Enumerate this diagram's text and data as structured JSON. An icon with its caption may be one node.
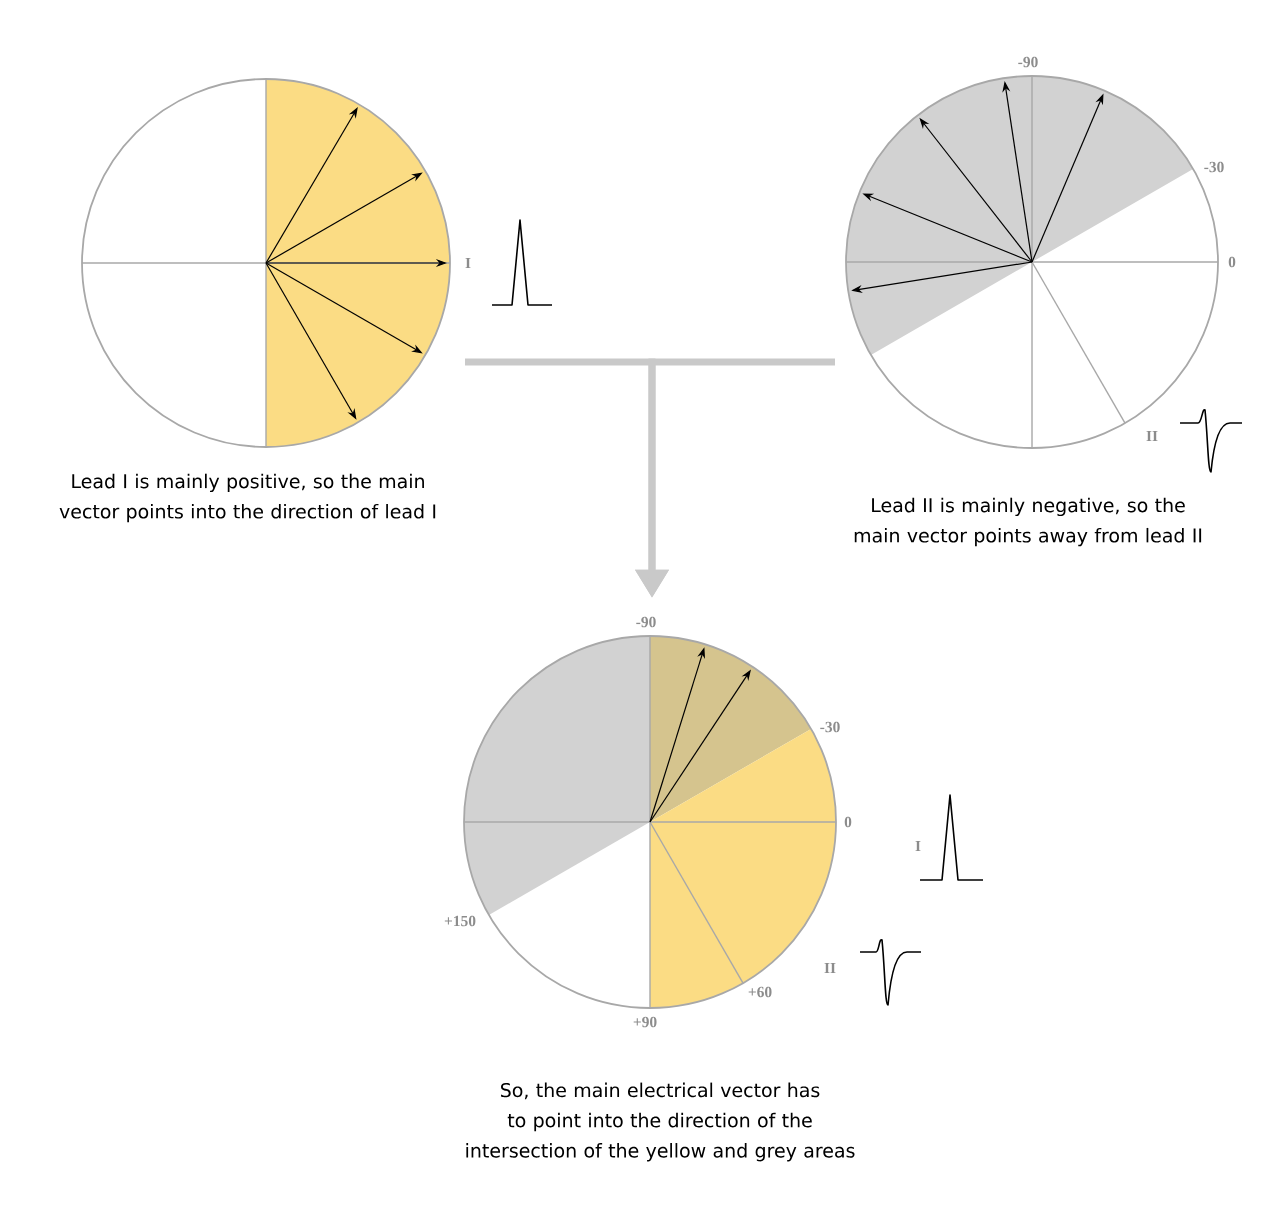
{
  "diagram": {
    "nodes": [
      {
        "text": [],
        "shape": "circle",
        "beside": [
          "Lead I is mainly positive, so the main vector points into the direction of lead I"
        ]
      },
      {
        "text": [],
        "shape": "circle",
        "beside": [
          "Lead II is mainly negative, so the main vector points away from lead II"
        ]
      },
      {
        "text": [],
        "shape": "circle",
        "beside": [
          "So, the main electrical vector has to point into the direction of the intersection of the yellow and grey areas"
        ]
      }
    ],
    "edges": [
      {
        "from": 0,
        "to": 2,
        "arrow": "to"
      },
      {
        "from": 1,
        "to": 2,
        "arrow": "to"
      }
    ],
    "labels": [
      "-90",
      "-30",
      "I",
      "0",
      "II",
      "-90",
      "-30",
      "0",
      "I",
      "+150",
      "II",
      "+60",
      "+90"
    ]
  }
}
